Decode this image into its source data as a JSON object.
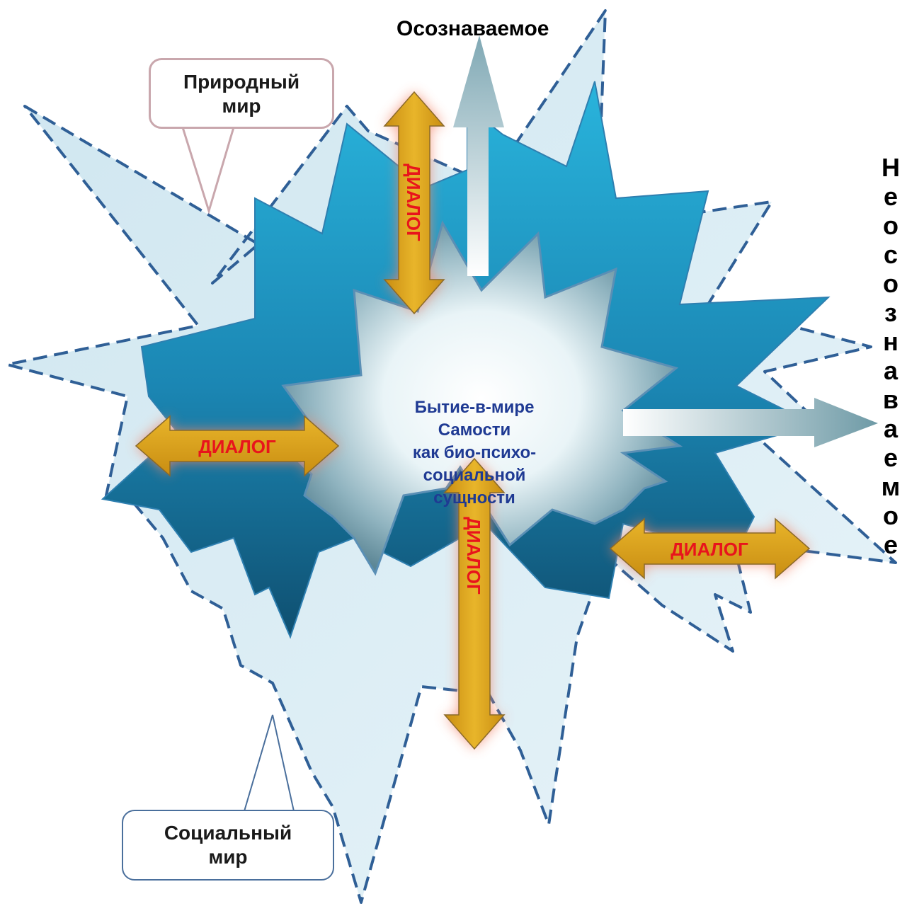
{
  "top_label": "Осознаваемое",
  "side_label": "Неосознаваемое",
  "side_label_letters": [
    "Н",
    "е",
    "о",
    "с",
    "о",
    "з",
    "н",
    "а",
    "в",
    "а",
    "е",
    "м",
    "о",
    "е"
  ],
  "callouts": {
    "natural": [
      "Природный",
      "мир"
    ],
    "social": [
      "Социальный",
      "мир"
    ]
  },
  "center_lines": [
    "Бытие-в-мире",
    "Самости",
    "как био-психо-",
    "социальной",
    "сущности"
  ],
  "arrows": {
    "left": "ДИАЛОГ",
    "right": "ДИАЛОГ",
    "top": "ДИАЛОГ",
    "bottom": "ДИАЛОГ"
  },
  "colors": {
    "outer_star_fill": "#d9ecf4",
    "outer_star_stroke": "#2f5f96",
    "middle_star": "#1a8fbd",
    "inner_star": "#dfeef3",
    "arrow_fill": "#d9a21a",
    "arrow_glow": "#f08a6a",
    "dialog_text": "#e8141c",
    "center_text": "#1f3a93"
  }
}
